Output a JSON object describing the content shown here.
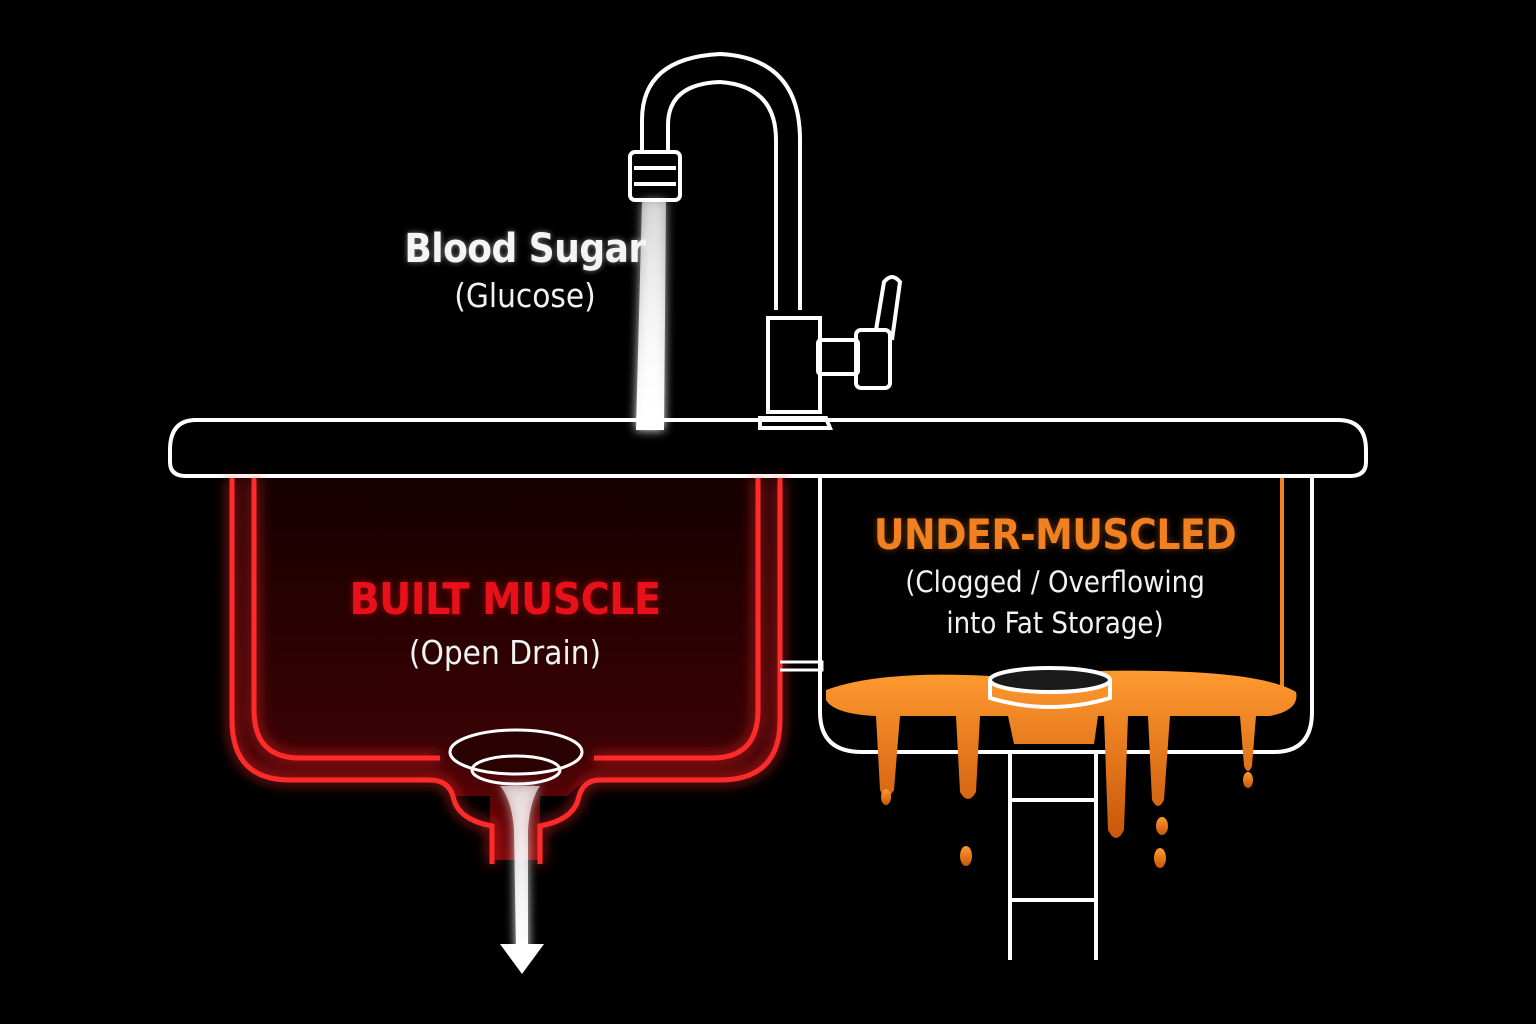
{
  "labels": {
    "glucose_title": "Blood Sugar",
    "glucose_sub": "(Glucose)",
    "built_title": "BUILT MUSCLE",
    "built_sub": "(Open Drain)",
    "under_title": "UNDER-MUSCLED",
    "under_sub_line1": "(Clogged / Overflowing",
    "under_sub_line2": "into Fat Storage)"
  },
  "colors": {
    "background": "#000000",
    "outline": "#ffffff",
    "built_red": "#e8101a",
    "fat_orange": "#f08020",
    "water": "#ffffff"
  },
  "icons": {
    "faucet": "faucet-icon",
    "open_drain": "open-drain-icon",
    "clogged_drain": "clogged-drain-icon",
    "down_arrow": "down-arrow-icon"
  }
}
